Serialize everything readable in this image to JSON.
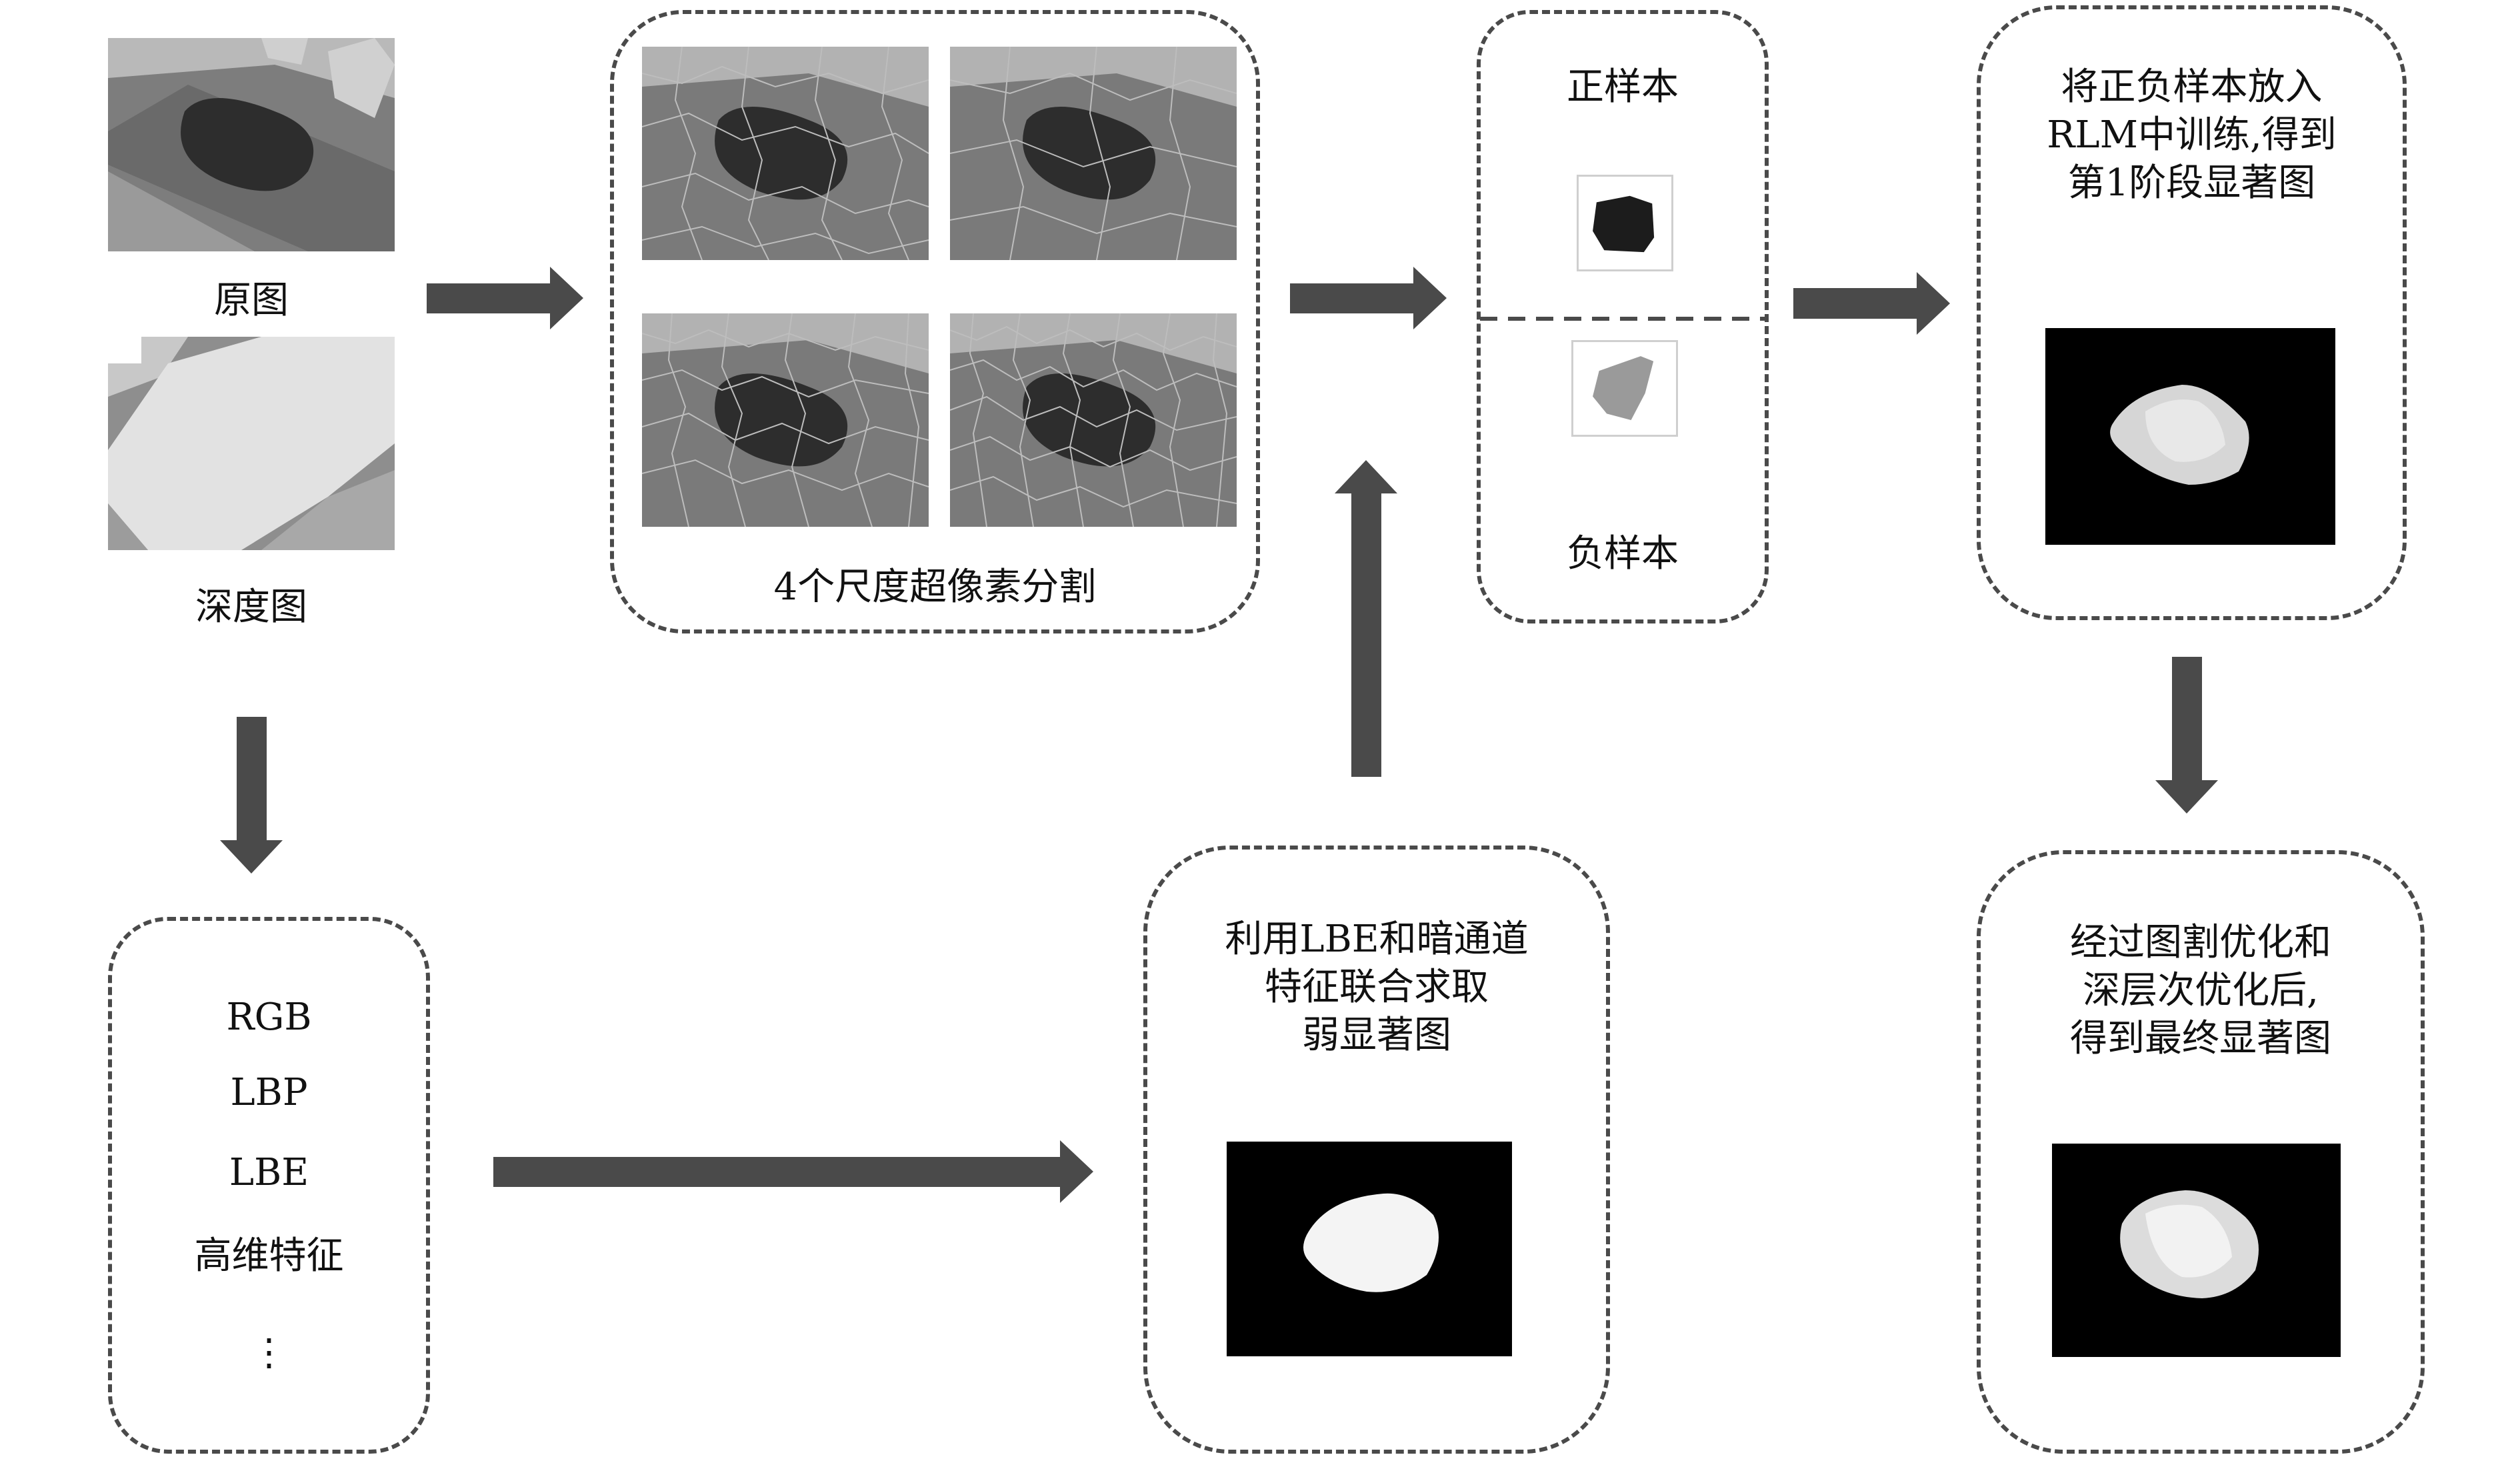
{
  "colors": {
    "arrow": "#4a4a4a",
    "border": "#4a4a4a",
    "text": "#111111"
  },
  "inputs": {
    "original_label": "原图",
    "depth_label": "深度图"
  },
  "superpixel": {
    "label": "4个尺度超像素分割"
  },
  "samples": {
    "positive_label": "正样本",
    "negative_label": "负样本"
  },
  "stage1": {
    "lines": [
      "将正负样本放入",
      "RLM中训练,得到",
      "第1阶段显著图"
    ]
  },
  "features": {
    "items": [
      "RGB",
      "LBP",
      "LBE",
      "高维特征",
      "⋮"
    ]
  },
  "weak_saliency": {
    "lines": [
      "利用LBE和暗通道",
      "特征联合求取",
      "弱显著图"
    ]
  },
  "final": {
    "lines": [
      "经过图割优化和",
      "深层次优化后,",
      "得到最终显著图"
    ]
  }
}
